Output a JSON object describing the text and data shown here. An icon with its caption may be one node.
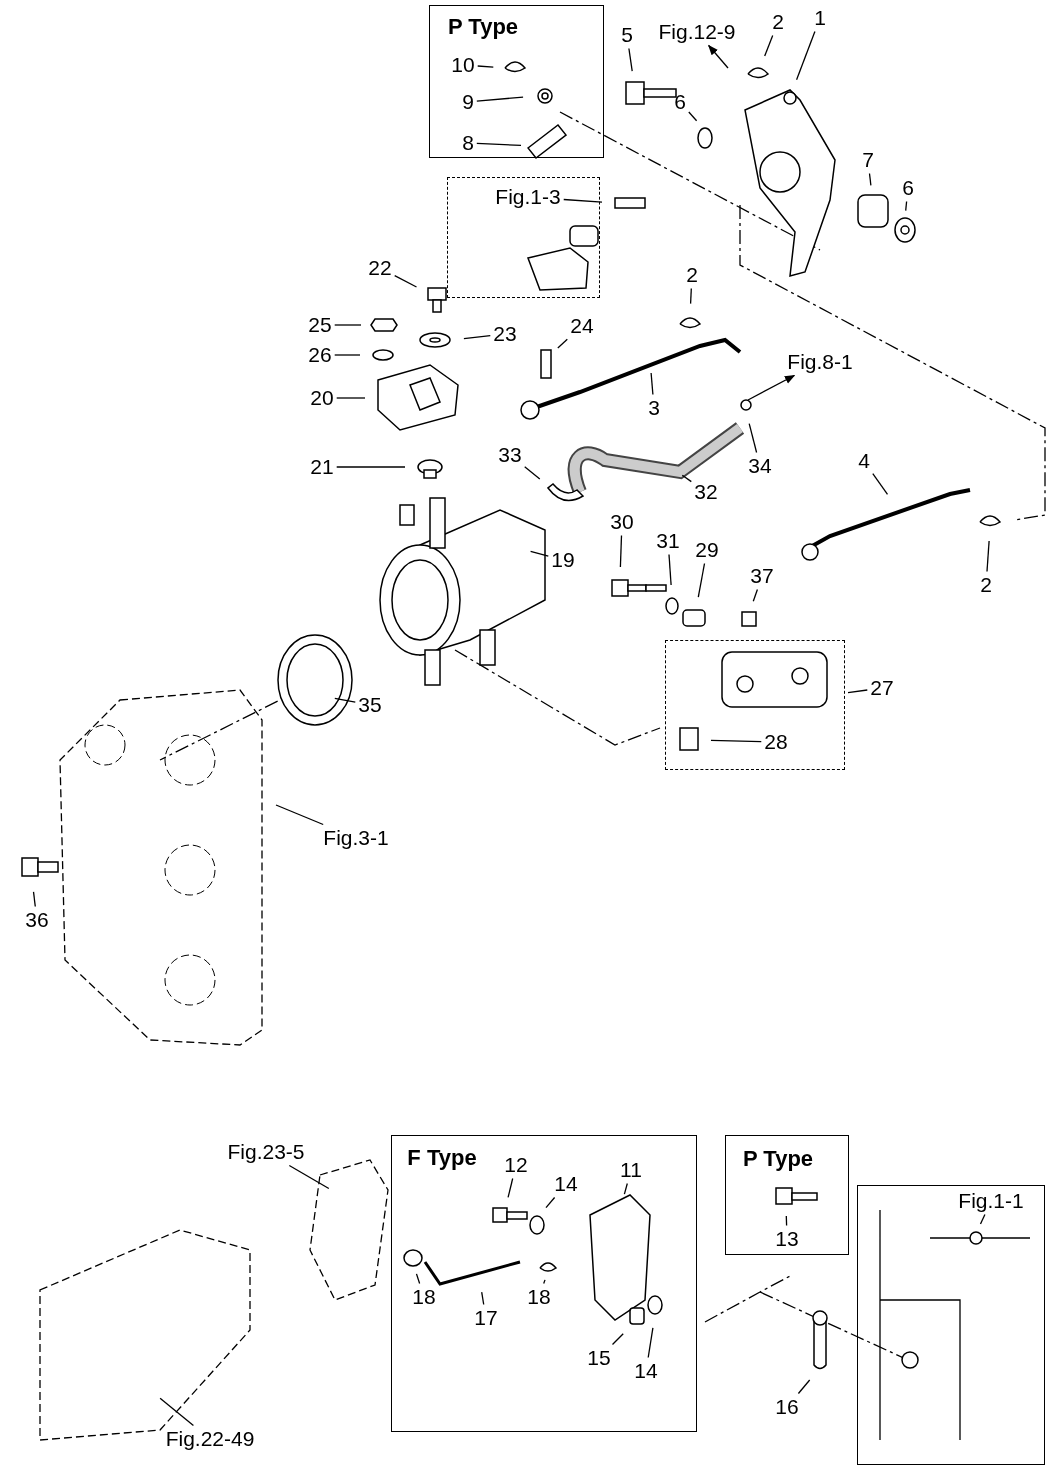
{
  "diagram": {
    "nodes": [
      {
        "text": [
          "P Type"
        ]
      },
      {
        "text": [
          "10"
        ],
        "in": 0
      },
      {
        "text": [
          "9"
        ],
        "in": 0
      },
      {
        "text": [
          "8"
        ],
        "in": 0
      },
      {
        "text": [
          "5"
        ]
      },
      {
        "text": [
          "Fig.12-9"
        ]
      },
      {
        "text": [
          "2"
        ]
      },
      {
        "text": [
          "1"
        ]
      },
      {
        "text": [
          "6"
        ]
      },
      {
        "text": [
          "7"
        ]
      },
      {
        "text": [
          "6"
        ]
      },
      {
        "text": [
          "Fig.1-3"
        ]
      },
      {
        "text": [
          "22"
        ]
      },
      {
        "text": [
          "25"
        ]
      },
      {
        "text": [
          "23"
        ]
      },
      {
        "text": [
          "26"
        ]
      },
      {
        "text": [
          "24"
        ]
      },
      {
        "text": [
          "2"
        ]
      },
      {
        "text": [
          "20"
        ]
      },
      {
        "text": [
          "3"
        ]
      },
      {
        "text": [
          "Fig.8-1"
        ]
      },
      {
        "text": [
          "21"
        ]
      },
      {
        "text": [
          "33"
        ]
      },
      {
        "text": [
          "32"
        ]
      },
      {
        "text": [
          "34"
        ]
      },
      {
        "text": [
          "4"
        ]
      },
      {
        "text": [
          "19"
        ]
      },
      {
        "text": [
          "30"
        ]
      },
      {
        "text": [
          "31"
        ]
      },
      {
        "text": [
          "29"
        ]
      },
      {
        "text": [
          "37"
        ]
      },
      {
        "text": [
          "2"
        ]
      },
      {
        "text": [],
        "shape": "box"
      },
      {
        "text": [
          "27"
        ]
      },
      {
        "text": [
          "28"
        ],
        "in": 32
      },
      {
        "text": [
          "35"
        ]
      },
      {
        "text": [
          "Fig.3-1"
        ]
      },
      {
        "text": [
          "36"
        ]
      },
      {
        "text": [
          "Fig.23-5"
        ]
      },
      {
        "text": [
          "Fig.22-49"
        ]
      },
      {
        "text": [
          "F Type"
        ]
      },
      {
        "text": [
          "12"
        ],
        "in": 40
      },
      {
        "text": [
          "14"
        ],
        "in": 40
      },
      {
        "text": [
          "11"
        ],
        "in": 40
      },
      {
        "text": [
          "18"
        ],
        "in": 40
      },
      {
        "text": [
          "17"
        ],
        "in": 40
      },
      {
        "text": [
          "18"
        ],
        "in": 40
      },
      {
        "text": [
          "15"
        ],
        "in": 40
      },
      {
        "text": [
          "14"
        ],
        "in": 40
      },
      {
        "text": [
          "P Type"
        ]
      },
      {
        "text": [
          "13"
        ],
        "in": 49
      },
      {
        "text": [
          "16"
        ]
      },
      {
        "text": [],
        "shape": "box"
      },
      {
        "text": [
          "Fig.1-1"
        ],
        "in": 52
      }
    ],
    "edges": [
      {
        "from": 1,
        "to": null,
        "arrow": "none"
      },
      {
        "from": 2,
        "to": null,
        "arrow": "none"
      },
      {
        "from": 3,
        "to": null,
        "arrow": "none"
      },
      {
        "from": 4,
        "to": null,
        "arrow": "none"
      },
      {
        "from": null,
        "to": 5,
        "arrow": "to"
      },
      {
        "from": 6,
        "to": null,
        "arrow": "none"
      },
      {
        "from": 7,
        "to": null,
        "arrow": "none"
      },
      {
        "from": 8,
        "to": null,
        "arrow": "none"
      },
      {
        "from": 9,
        "to": null,
        "arrow": "none"
      },
      {
        "from": 10,
        "to": null,
        "arrow": "none"
      },
      {
        "from": 11,
        "to": null,
        "arrow": "none"
      },
      {
        "from": 12,
        "to": null,
        "arrow": "none"
      },
      {
        "from": 13,
        "to": null,
        "arrow": "none"
      },
      {
        "from": 14,
        "to": null,
        "arrow": "none"
      },
      {
        "from": 15,
        "to": null,
        "arrow": "none"
      },
      {
        "from": 16,
        "to": null,
        "arrow": "none"
      },
      {
        "from": 17,
        "to": null,
        "arrow": "none"
      },
      {
        "from": 18,
        "to": null,
        "arrow": "none"
      },
      {
        "from": 19,
        "to": null,
        "arrow": "none"
      },
      {
        "from": null,
        "to": 20,
        "arrow": "to"
      },
      {
        "from": 21,
        "to": null,
        "arrow": "none"
      },
      {
        "from": 22,
        "to": null,
        "arrow": "none"
      },
      {
        "from": 23,
        "to": null,
        "arrow": "none"
      },
      {
        "from": 24,
        "to": null,
        "arrow": "none"
      },
      {
        "from": 25,
        "to": null,
        "arrow": "none"
      },
      {
        "from": 26,
        "to": null,
        "arrow": "none"
      },
      {
        "from": 27,
        "to": null,
        "arrow": "none"
      },
      {
        "from": 28,
        "to": null,
        "arrow": "none"
      },
      {
        "from": 29,
        "to": null,
        "arrow": "none"
      },
      {
        "from": 30,
        "to": null,
        "arrow": "none"
      },
      {
        "from": 31,
        "to": null,
        "arrow": "none"
      },
      {
        "from": 33,
        "to": 32,
        "arrow": "none"
      },
      {
        "from": 34,
        "to": null,
        "arrow": "none"
      },
      {
        "from": 35,
        "to": null,
        "arrow": "none"
      },
      {
        "from": 36,
        "to": null,
        "arrow": "none"
      },
      {
        "from": 37,
        "to": null,
        "arrow": "none"
      },
      {
        "from": 38,
        "to": null,
        "arrow": "none"
      },
      {
        "from": 39,
        "to": null,
        "arrow": "none"
      },
      {
        "from": 41,
        "to": null,
        "arrow": "none"
      },
      {
        "from": 42,
        "to": null,
        "arrow": "none"
      },
      {
        "from": 43,
        "to": null,
        "arrow": "none"
      },
      {
        "from": 44,
        "to": null,
        "arrow": "none"
      },
      {
        "from": 45,
        "to": null,
        "arrow": "none"
      },
      {
        "from": 46,
        "to": null,
        "arrow": "none"
      },
      {
        "from": 47,
        "to": null,
        "arrow": "none"
      },
      {
        "from": 48,
        "to": null,
        "arrow": "none"
      },
      {
        "from": 50,
        "to": null,
        "arrow": "none"
      },
      {
        "from": 51,
        "to": null,
        "arrow": "none"
      },
      {
        "from": 53,
        "to": null,
        "arrow": "none"
      }
    ]
  }
}
